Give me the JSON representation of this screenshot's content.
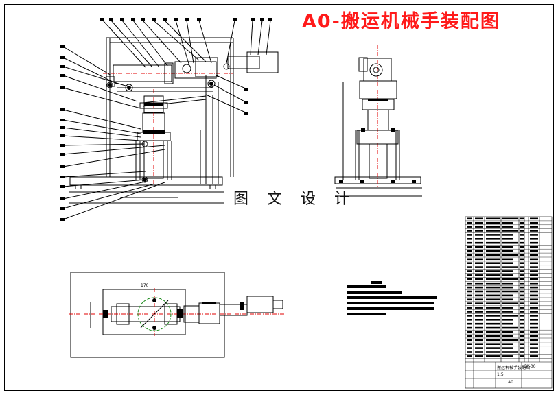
{
  "title": "A0-搬运机械手装配图",
  "watermark": "图 文 设 计",
  "title_block": {
    "name": "搬运机械手装配图",
    "drawing_no": "BY-00",
    "scale": "1:5",
    "code": "A0"
  },
  "dimensions": {
    "plan_width": "170"
  },
  "colors": {
    "line": "#000000",
    "title": "#ff1a1a",
    "center_line": "#e00000",
    "dim_line": "#1a8a1a"
  }
}
